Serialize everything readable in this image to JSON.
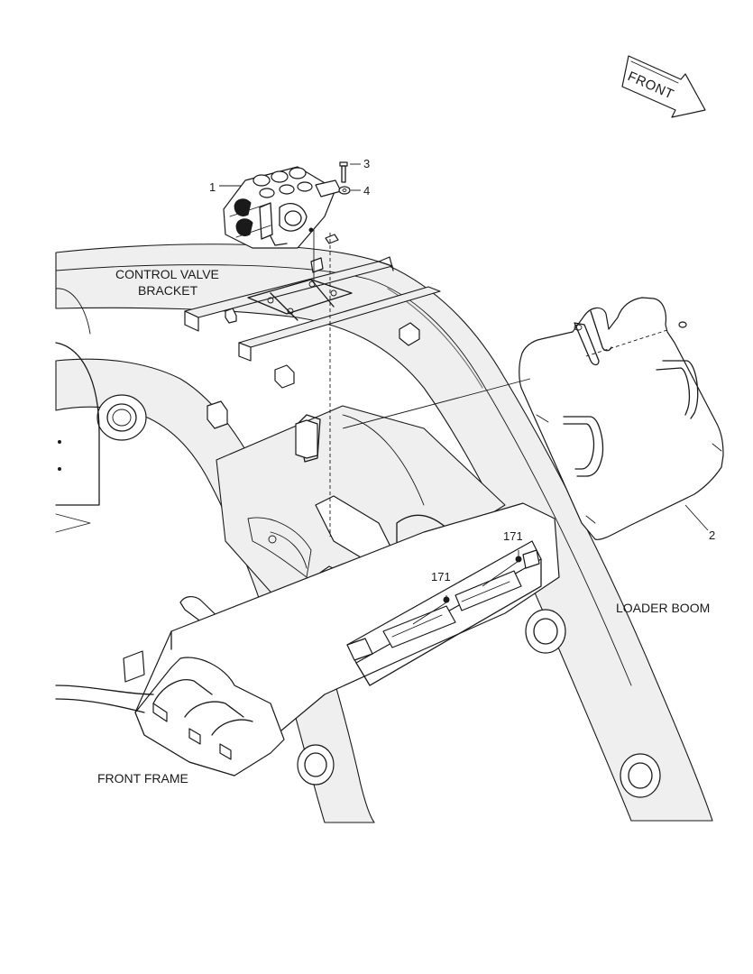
{
  "labels": {
    "control_valve_bracket_line1": "CONTROL VALVE",
    "control_valve_bracket_line2": "BRACKET",
    "loader_boom": "LOADER BOOM",
    "front_frame": "FRONT FRAME",
    "front_arrow": "FRONT"
  },
  "callouts": {
    "c1": "1",
    "c2": "2",
    "c3": "3",
    "c4": "4",
    "c171_upper": "171",
    "c171_lower": "171"
  },
  "colors": {
    "line": "#1a1a1a",
    "surface": "#efefef",
    "background": "#ffffff"
  }
}
